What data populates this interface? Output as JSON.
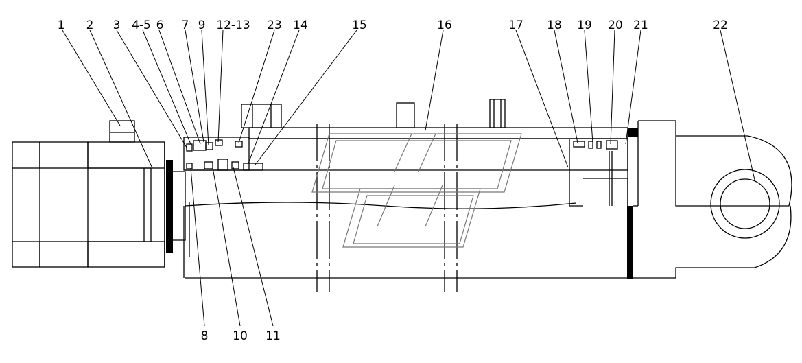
{
  "diagram": {
    "part_labels_top": [
      {
        "label": "1"
      },
      {
        "label": "2"
      },
      {
        "label": "3"
      },
      {
        "label": "4-5"
      },
      {
        "label": "6"
      },
      {
        "label": "7"
      },
      {
        "label": "9"
      },
      {
        "label": "12-13"
      },
      {
        "label": "23"
      },
      {
        "label": "14"
      },
      {
        "label": "15"
      },
      {
        "label": "16"
      },
      {
        "label": "17"
      },
      {
        "label": "18"
      },
      {
        "label": "19"
      },
      {
        "label": "20"
      },
      {
        "label": "21"
      },
      {
        "label": "22"
      }
    ],
    "part_labels_bottom": [
      {
        "label": "8"
      },
      {
        "label": "10"
      },
      {
        "label": "11"
      }
    ]
  }
}
